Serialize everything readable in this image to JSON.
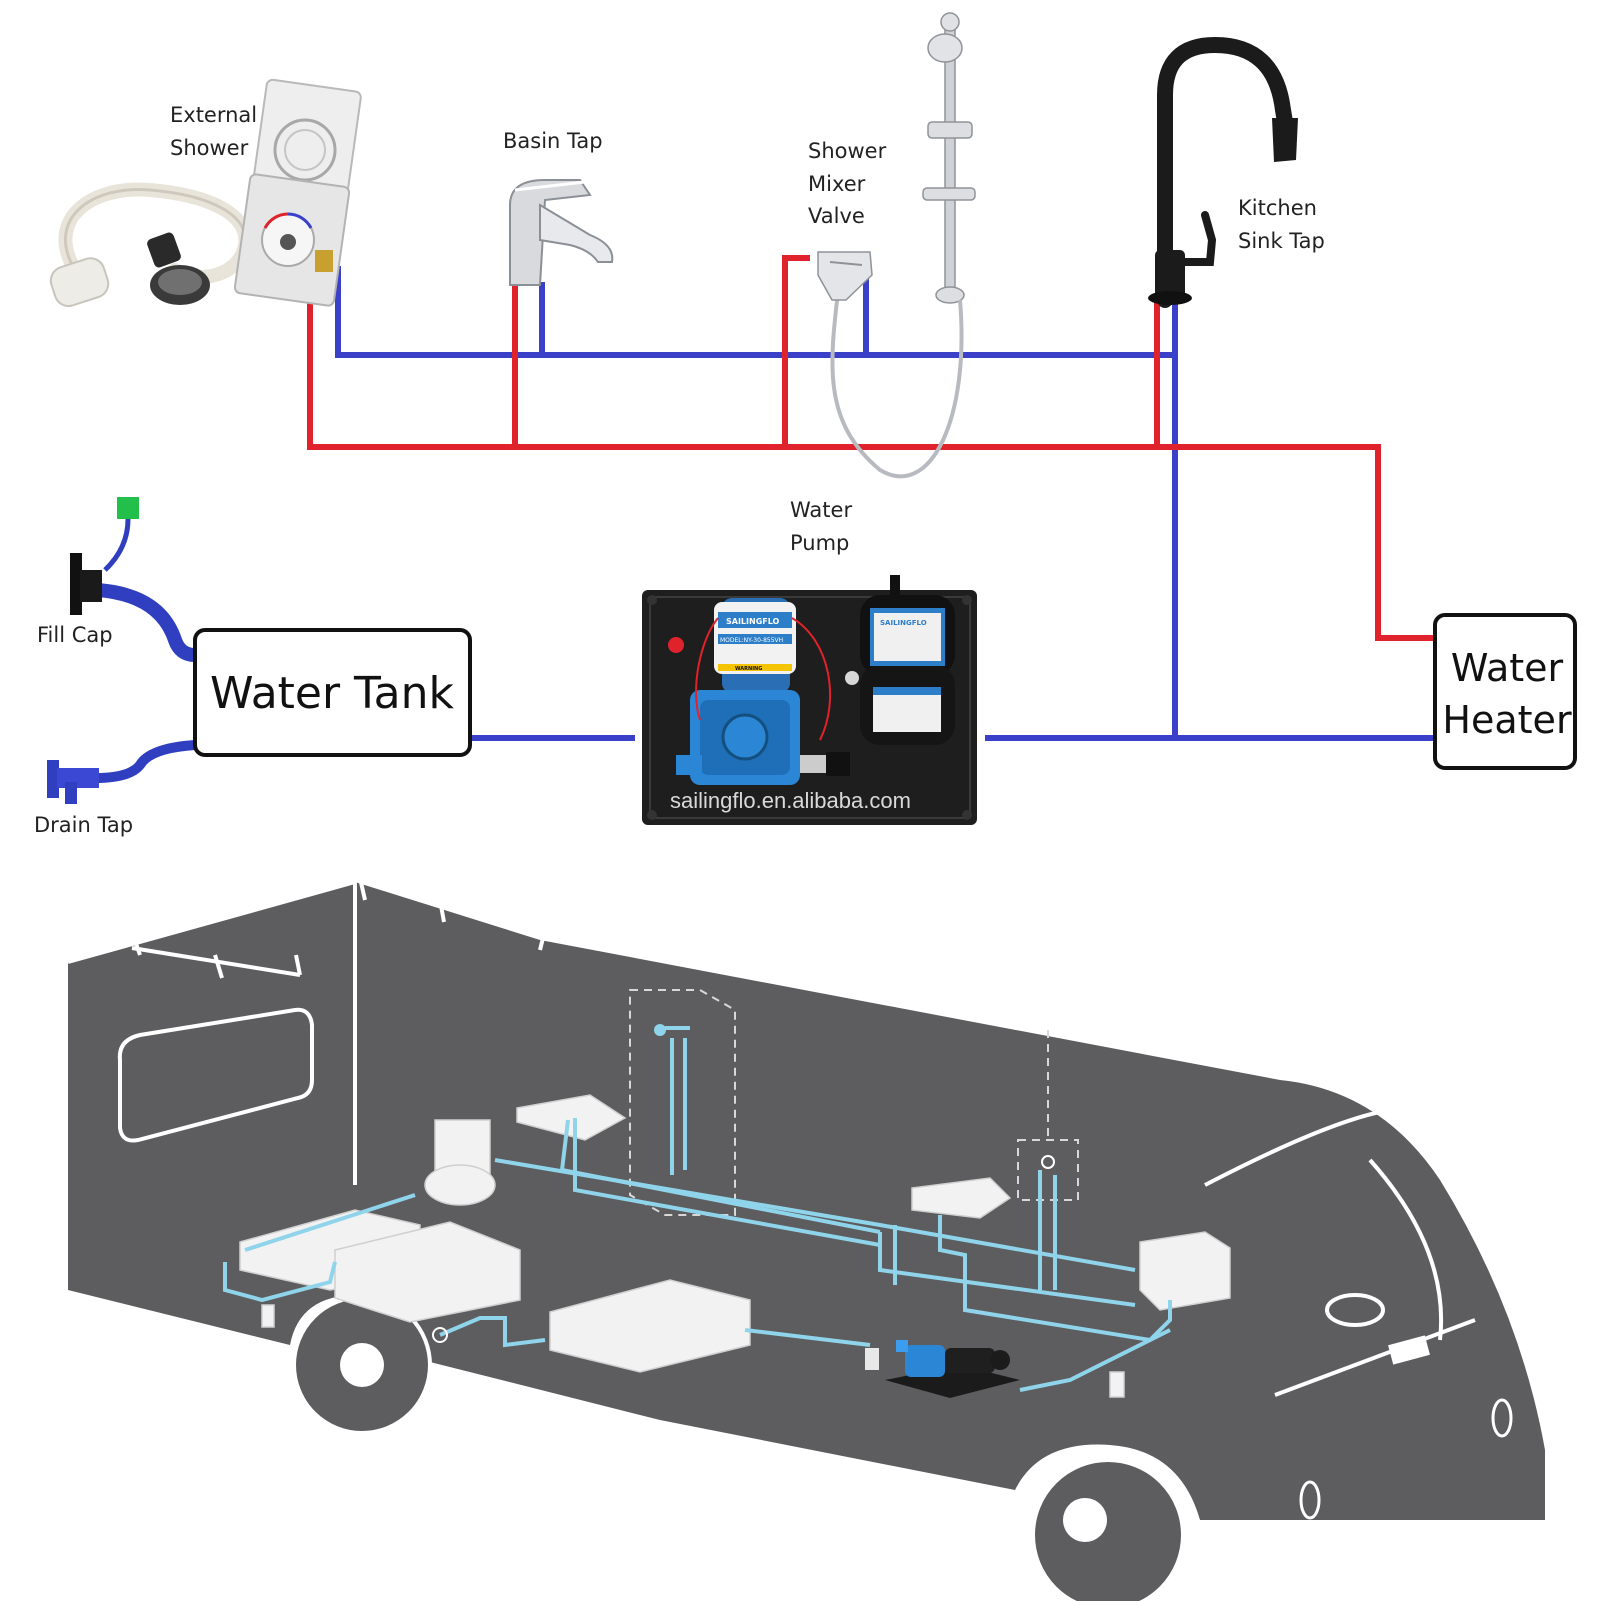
{
  "labels": {
    "external_shower": [
      "External",
      "Shower"
    ],
    "basin_tap": "Basin Tap",
    "shower_mixer_valve": [
      "Shower",
      "Mixer",
      "Valve"
    ],
    "kitchen_sink_tap": [
      "Kitchen",
      "Sink Tap"
    ],
    "water_pump": [
      "Water",
      "Pump"
    ],
    "fill_cap": "Fill Cap",
    "drain_tap": "Drain Tap",
    "water_tank": "Water Tank",
    "water_heater": [
      "Water",
      "Heater"
    ]
  },
  "pump_panel": {
    "brand": "SAILINGFLO",
    "model": "MODEL:NY-30-855VH",
    "warning": "WARNING",
    "watermark": "sailingflo.en.alibaba.com"
  },
  "colors": {
    "hot_pipe": "#e0222c",
    "cold_pipe": "#3b40c8",
    "feed_hose": "#2f3fc0",
    "rv_body": "#5d5d5f",
    "rv_pipe": "#8fd4ea",
    "fixture_fill": "#f2f2f2",
    "fill_cap_marker": "#22c04a"
  },
  "icons": {
    "external_shower": "external-shower-icon",
    "basin_tap": "basin-tap-icon",
    "shower_set": "shower-rail-icon",
    "kitchen_tap": "kitchen-faucet-icon",
    "pump": "water-pump-icon",
    "fill_cap": "fill-cap-icon",
    "drain_tap": "drain-tap-icon"
  }
}
